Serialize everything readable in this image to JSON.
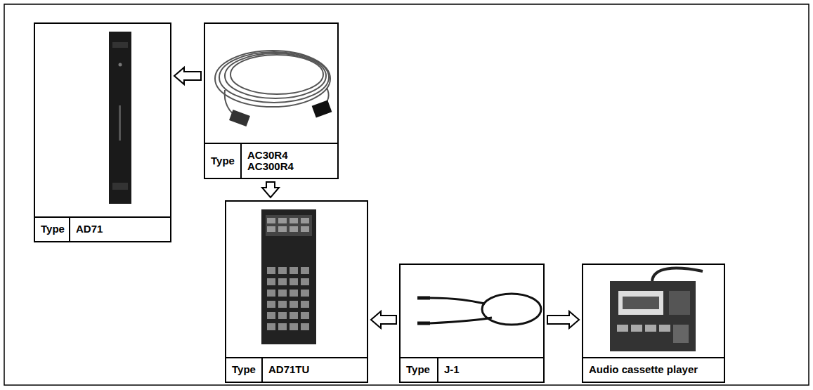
{
  "diagram": {
    "nodes": [
      {
        "text": [
          "Type",
          "AD71"
        ]
      },
      {
        "text": [
          "Type",
          "AC30R4 AC300R4"
        ]
      },
      {
        "text": [
          "Type",
          "AD71TU"
        ]
      },
      {
        "text": [
          "Type",
          "J-1"
        ]
      },
      {
        "text": [
          "Audio cassette player"
        ]
      }
    ],
    "edges": [
      {
        "from": 1,
        "to": 0,
        "arrow": "to"
      },
      {
        "from": 1,
        "to": 2,
        "arrow": "to"
      },
      {
        "from": 3,
        "to": 2,
        "arrow": "to"
      },
      {
        "from": 3,
        "to": 4,
        "arrow": "to"
      }
    ]
  }
}
